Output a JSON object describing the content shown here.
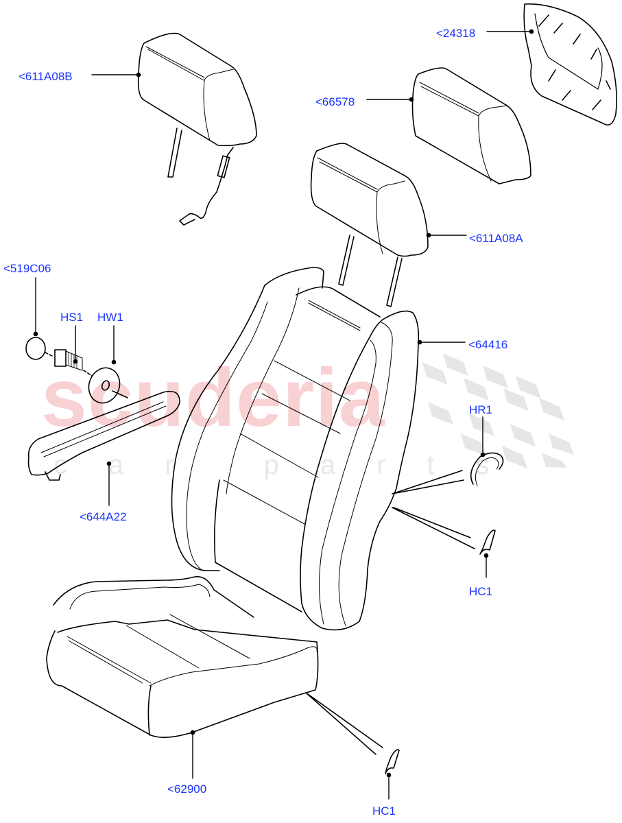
{
  "diagram": {
    "type": "parts-exploded-view",
    "subject": "Front seat cover and head restraint assembly",
    "watermark": {
      "main": "scuderia",
      "sub": "car parts",
      "main_color": "#f7c9cc",
      "sub_color": "#e8e8e8"
    },
    "label_color": "#1a33ff",
    "callouts": [
      {
        "id": "611A08B",
        "text": "<611A08B",
        "part": "head restraint with wiring"
      },
      {
        "id": "24318",
        "text": "<24318",
        "part": "trim panel"
      },
      {
        "id": "66578",
        "text": "<66578",
        "part": "head restraint cover"
      },
      {
        "id": "611A08A",
        "text": "<611A08A",
        "part": "head restraint"
      },
      {
        "id": "519C06",
        "text": "<519C06",
        "part": "cap"
      },
      {
        "id": "HS1",
        "text": "HS1",
        "part": "screw"
      },
      {
        "id": "HW1",
        "text": "HW1",
        "part": "washer"
      },
      {
        "id": "64416",
        "text": "<64416",
        "part": "seat back cover"
      },
      {
        "id": "HR1",
        "text": "HR1",
        "part": "hog ring"
      },
      {
        "id": "644A22",
        "text": "<644A22",
        "part": "armrest"
      },
      {
        "id": "HC1_a",
        "text": "HC1",
        "part": "clip"
      },
      {
        "id": "62900",
        "text": "<62900",
        "part": "seat cushion cover"
      },
      {
        "id": "HC1_b",
        "text": "HC1",
        "part": "clip"
      }
    ]
  }
}
